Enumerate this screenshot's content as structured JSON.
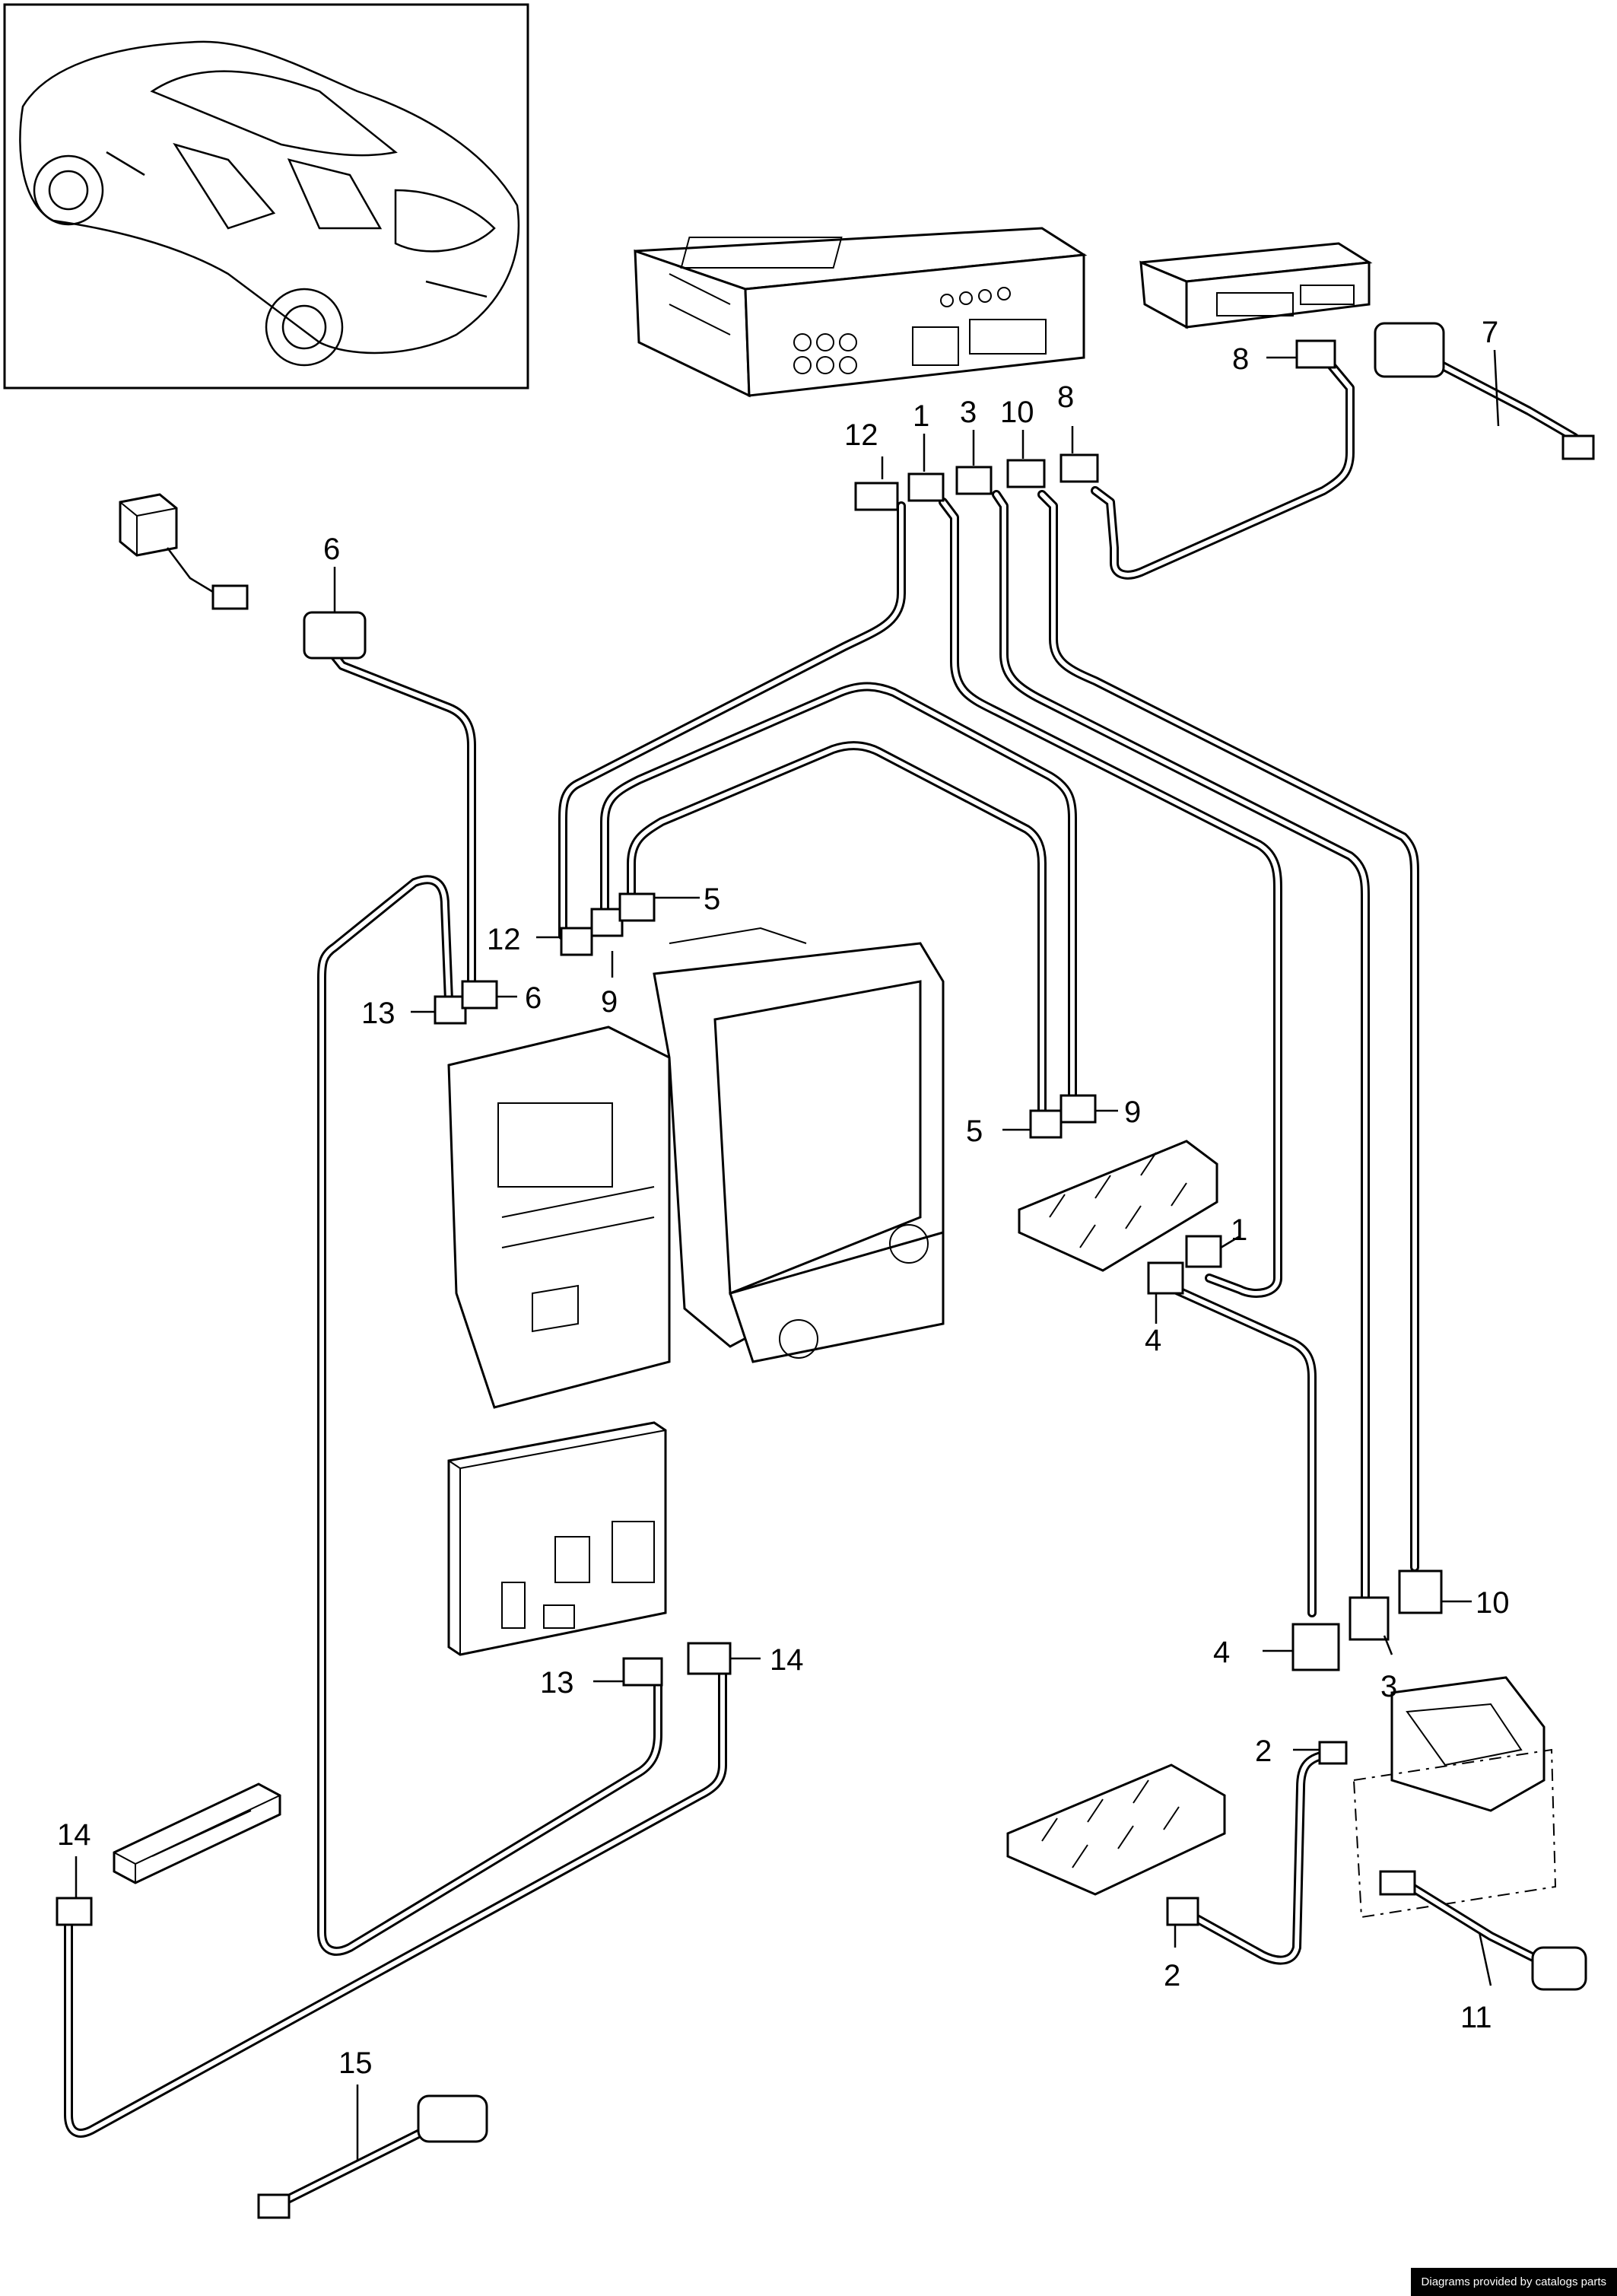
{
  "callouts": {
    "c1_top": "1",
    "c1_bottom": "1",
    "c2_right": "2",
    "c2_bottom": "2",
    "c3_top": "3",
    "c3_bottom": "3",
    "c4_mid": "4",
    "c4_bottom": "4",
    "c5_left": "5",
    "c5_bottom": "5",
    "c6_top": "6",
    "c6_bottom": "6",
    "c7": "7",
    "c8_top": "8",
    "c8_right": "8",
    "c9_left": "9",
    "c9_bottom": "9",
    "c10_top": "10",
    "c10_bottom": "10",
    "c11": "11",
    "c12_top": "12",
    "c12_left": "12",
    "c13_left": "13",
    "c13_bottom": "13",
    "c14_right": "14",
    "c14_left": "14",
    "c15": "15"
  },
  "footer": "Diagrams provided by catalogs parts"
}
